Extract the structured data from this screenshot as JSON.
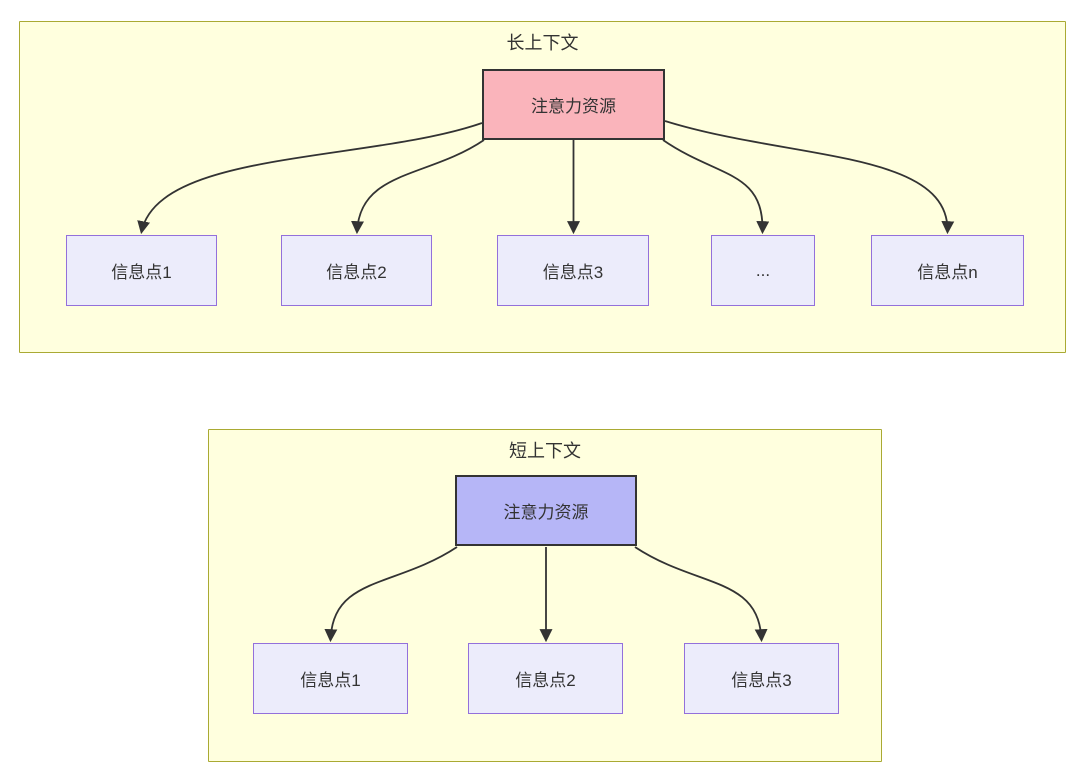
{
  "diagram": {
    "colors": {
      "cluster_fill": "#ffffde",
      "cluster_border": "#aaaa33",
      "info_node_fill": "#ececfb",
      "info_node_border": "#9370db",
      "attention_long_fill": "#fab4bb",
      "attention_short_fill": "#b6b6f7",
      "attention_node_border": "#333333",
      "edge_color": "#333333",
      "text_color": "#333333"
    },
    "long_context": {
      "title": "长上下文",
      "attention": {
        "label": "注意力资源"
      },
      "info_points": [
        {
          "label": "信息点1"
        },
        {
          "label": "信息点2"
        },
        {
          "label": "信息点3"
        },
        {
          "label": "..."
        },
        {
          "label": "信息点n"
        }
      ]
    },
    "short_context": {
      "title": "短上下文",
      "attention": {
        "label": "注意力资源"
      },
      "info_points": [
        {
          "label": "信息点1"
        },
        {
          "label": "信息点2"
        },
        {
          "label": "信息点3"
        }
      ]
    }
  }
}
